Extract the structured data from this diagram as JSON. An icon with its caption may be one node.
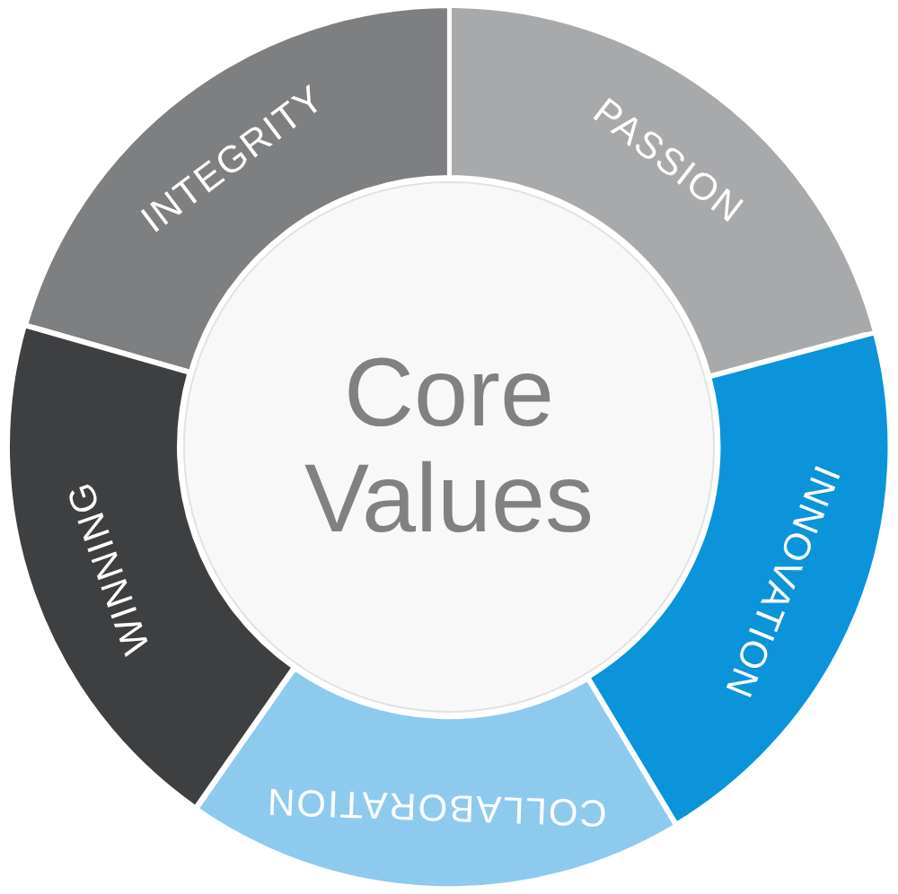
{
  "diagram": {
    "nodes": [
      {
        "text": [
          "Core Values"
        ]
      },
      {
        "text": [
          "INTEGRITY"
        ]
      },
      {
        "text": [
          "PASSION"
        ]
      },
      {
        "text": [
          "INNOVATION"
        ]
      },
      {
        "text": [
          "COLLABORATION"
        ]
      },
      {
        "text": [
          "WINNING"
        ]
      }
    ]
  }
}
